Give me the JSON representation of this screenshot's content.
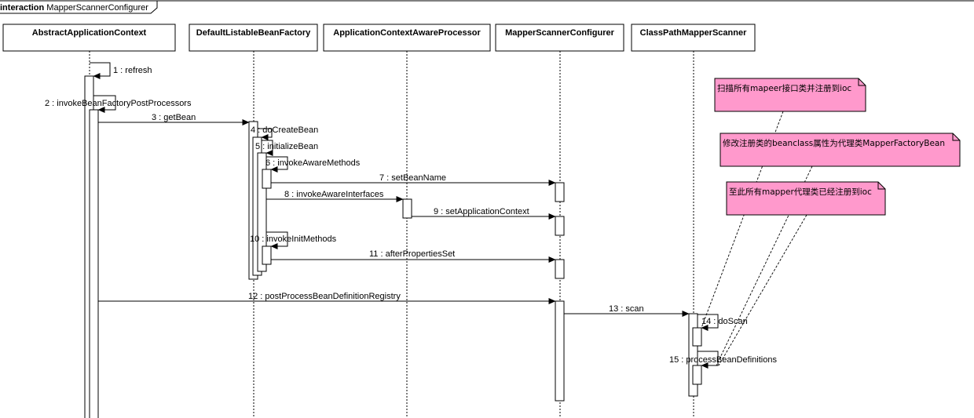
{
  "frame": {
    "keyword": "interaction",
    "name": "MapperScannerConfigurer"
  },
  "lifelines": [
    "AbstractApplicationContext",
    "DefaultListableBeanFactory",
    "ApplicationContextAwareProcessor",
    "MapperScannerConfigurer",
    "ClassPathMapperScanner"
  ],
  "messages": [
    "1 : refresh",
    "2 : invokeBeanFactoryPostProcessors",
    "3 : getBean",
    "4 : doCreateBean",
    "5 : initializeBean",
    "6 : invokeAwareMethods",
    "7 : setBeanName",
    "8 : invokeAwareInterfaces",
    "9 : setApplicationContext",
    "10 : invokeInitMethods",
    "11 : afterPropertiesSet",
    "12 : postProcessBeanDefinitionRegistry",
    "13 : scan",
    "14 : doScan",
    "15 : processBeanDefinitions"
  ],
  "notes": [
    "扫描所有mapeer接口类并注册到ioc",
    "修改注册类的beanclass属性为代理类MapperFactoryBean",
    "至此所有mapper代理类已经注册到ioc"
  ],
  "colors": {
    "note_fill": "#ff99cc",
    "line": "#000000"
  }
}
